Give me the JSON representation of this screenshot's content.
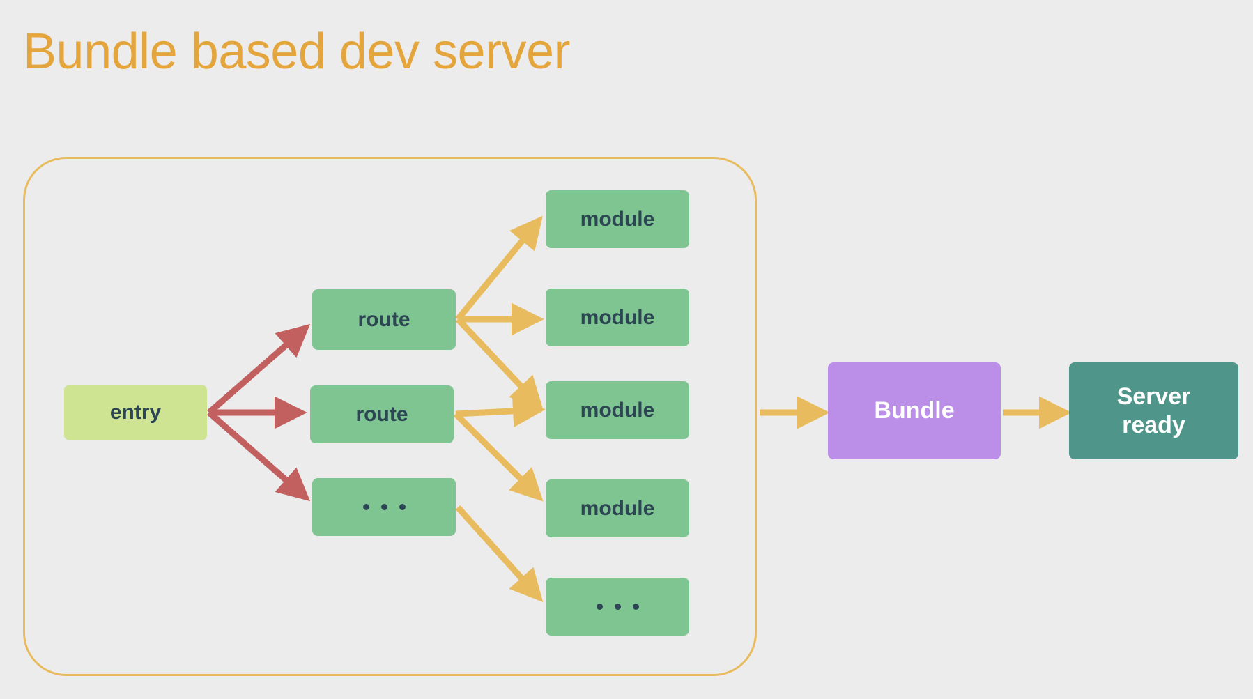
{
  "page": {
    "title": "Bundle based dev server",
    "background_color": "#ececec",
    "title_color": "#e3a53c"
  },
  "colors": {
    "title": "#e3a53c",
    "container_border": "#e8bc5e",
    "entry_fill": "#cee493",
    "node_fill_green": "#7fc592",
    "bundle_fill": "#bb8ee8",
    "server_fill": "#4f9589",
    "node_text": "#2d4654",
    "arrow_red": "#c25f5f",
    "arrow_amber": "#e8bc5e"
  },
  "diagram": {
    "type": "flowchart",
    "direction": "left-to-right",
    "group": {
      "name": "bundle-graph-group",
      "border_color": "#e8bc5e"
    },
    "nodes": [
      {
        "id": "entry",
        "label": "entry",
        "group": "bundle-graph-group",
        "column": 0,
        "fill": "#cee493"
      },
      {
        "id": "route1",
        "label": "route",
        "group": "bundle-graph-group",
        "column": 1,
        "fill": "#7fc592"
      },
      {
        "id": "route2",
        "label": "route",
        "group": "bundle-graph-group",
        "column": 1,
        "fill": "#7fc592"
      },
      {
        "id": "route3",
        "label": "...",
        "group": "bundle-graph-group",
        "column": 1,
        "fill": "#7fc592"
      },
      {
        "id": "module1",
        "label": "module",
        "group": "bundle-graph-group",
        "column": 2,
        "fill": "#7fc592"
      },
      {
        "id": "module2",
        "label": "module",
        "group": "bundle-graph-group",
        "column": 2,
        "fill": "#7fc592"
      },
      {
        "id": "module3",
        "label": "module",
        "group": "bundle-graph-group",
        "column": 2,
        "fill": "#7fc592"
      },
      {
        "id": "module4",
        "label": "module",
        "group": "bundle-graph-group",
        "column": 2,
        "fill": "#7fc592"
      },
      {
        "id": "module5",
        "label": "...",
        "group": "bundle-graph-group",
        "column": 2,
        "fill": "#7fc592"
      },
      {
        "id": "bundle",
        "label": "Bundle",
        "group": null,
        "column": 3,
        "fill": "#bb8ee8"
      },
      {
        "id": "server",
        "label": "Server ready",
        "label_line1": "Server",
        "label_line2": "ready",
        "group": null,
        "column": 4,
        "fill": "#4f9589"
      }
    ],
    "edges": [
      {
        "from": "entry",
        "to": "route1",
        "color": "#c25f5f"
      },
      {
        "from": "entry",
        "to": "route2",
        "color": "#c25f5f"
      },
      {
        "from": "entry",
        "to": "route3",
        "color": "#c25f5f"
      },
      {
        "from": "route1",
        "to": "module1",
        "color": "#e8bc5e"
      },
      {
        "from": "route1",
        "to": "module2",
        "color": "#e8bc5e"
      },
      {
        "from": "route1",
        "to": "module3",
        "color": "#e8bc5e"
      },
      {
        "from": "route2",
        "to": "module3",
        "color": "#e8bc5e"
      },
      {
        "from": "route2",
        "to": "module4",
        "color": "#e8bc5e"
      },
      {
        "from": "route3",
        "to": "module5",
        "color": "#e8bc5e"
      },
      {
        "from": "bundle-graph-group",
        "to": "bundle",
        "color": "#e8bc5e"
      },
      {
        "from": "bundle",
        "to": "server",
        "color": "#e8bc5e"
      }
    ]
  }
}
